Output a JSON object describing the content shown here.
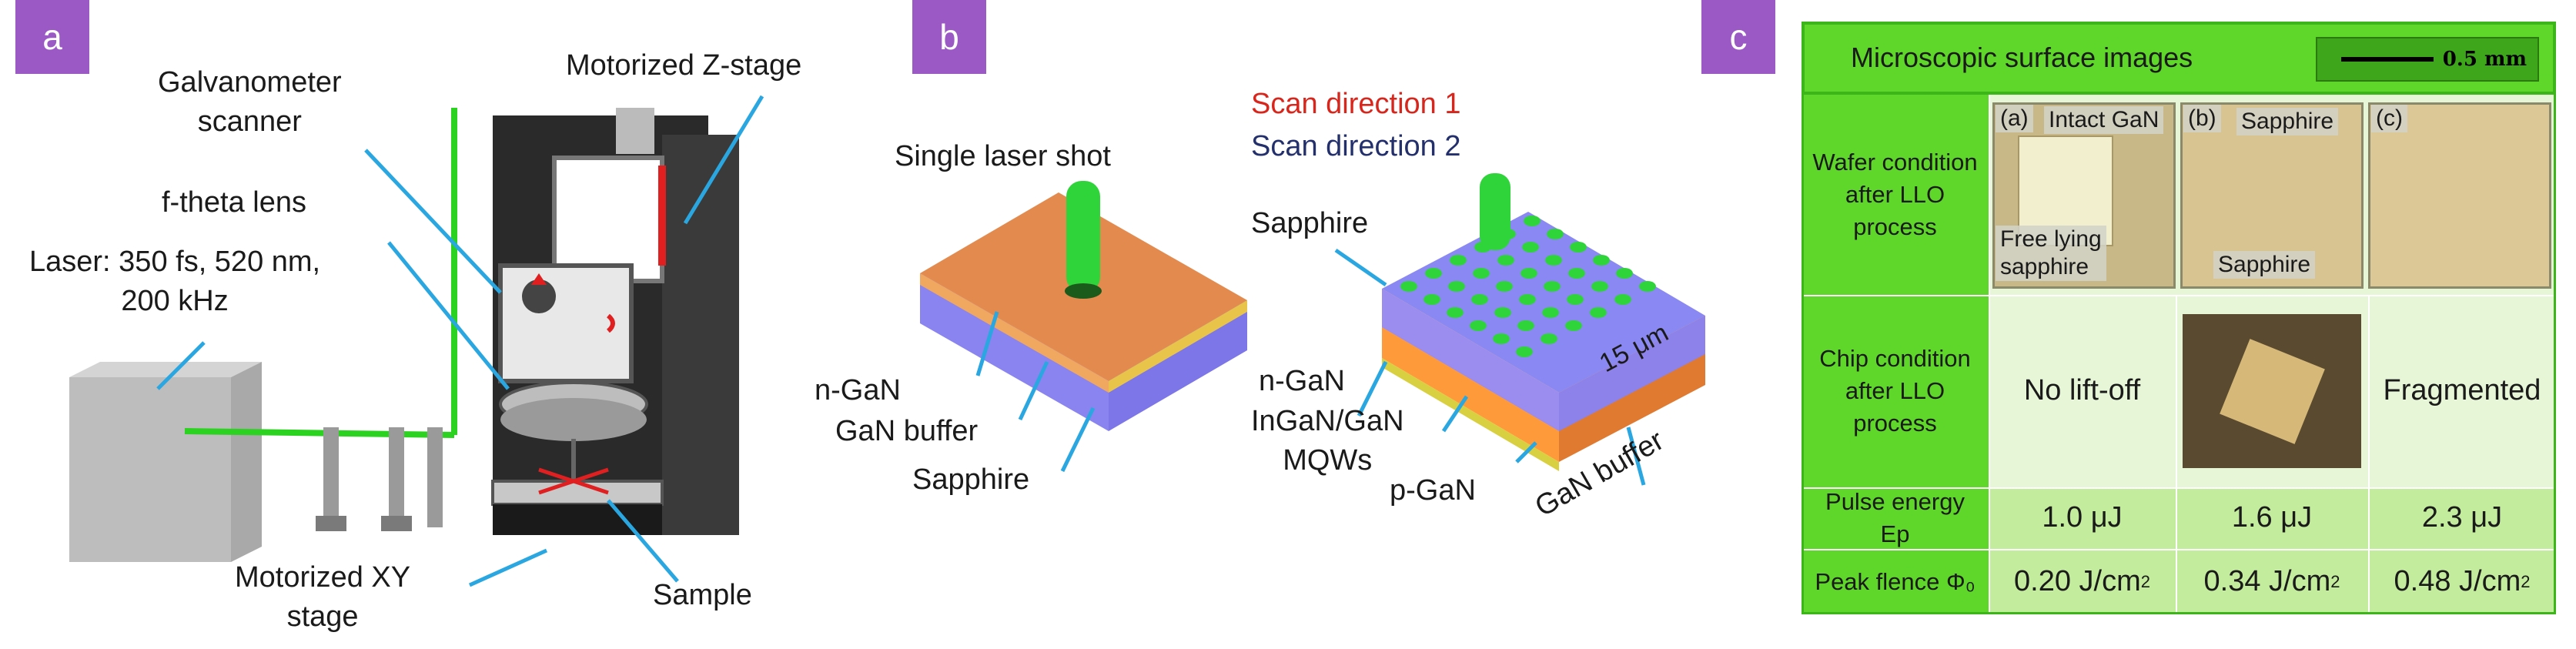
{
  "panels": {
    "a": {
      "badge": "a",
      "labels": {
        "galvo": "Galvanometer\nscanner",
        "zstage": "Motorized Z-stage",
        "ftheta": "f-theta lens",
        "laser": "Laser: 350 fs, 520 nm,\n200 kHz",
        "xystage": "Motorized XY\nstage",
        "sample": "Sample"
      }
    },
    "b": {
      "badge": "b",
      "labels": {
        "single_shot": "Single laser shot",
        "ngan_left": "n-GaN",
        "buffer_left": "GaN buffer",
        "sapphire_left": "Sapphire",
        "scan1": "Scan direction 1",
        "scan2": "Scan direction 2",
        "sapphire_right": "Sapphire",
        "ngan_right": "n-GaN",
        "ingan": "InGaN/GaN\nMQWs",
        "pgan": "p-GaN",
        "buffer_right": "GaN buffer",
        "pitch": "15 μm"
      },
      "colors": {
        "scan1": "#d9261c",
        "scan2": "#23306b"
      }
    },
    "c": {
      "badge": "c",
      "title": "Microscopic surface images",
      "scale_bar": "0.5 mm",
      "rows": {
        "wafer": "Wafer condition\nafter LLO\nprocess",
        "chip": "Chip condition\nafter LLO\nprocess",
        "pulse": "Pulse energy\nEp",
        "fluence": "Peak flence Φ₀"
      },
      "photo_tags": {
        "a_tag": "(a)",
        "intact": "Intact GaN",
        "free": "Free lying\nsapphire",
        "b_tag": "(b)",
        "sapphire_top": "Sapphire",
        "sapphire_bottom": "Sapphire",
        "c_tag": "(c)"
      },
      "chip": {
        "col1": "No lift-off",
        "col3": "Fragmented"
      },
      "pulse_energy": [
        "1.0 μJ",
        "1.6 μJ",
        "2.3 μJ"
      ],
      "fluence_prefix": [
        "0.20 J/cm",
        "0.34 J/cm",
        "0.48 J/cm"
      ],
      "fluence_sup": "2"
    }
  }
}
